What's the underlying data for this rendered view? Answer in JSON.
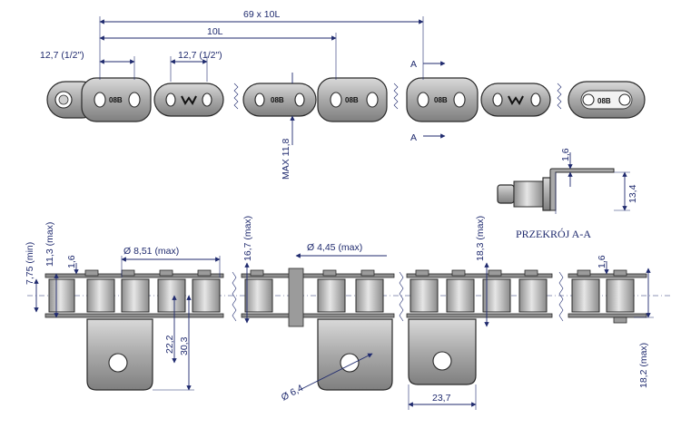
{
  "dimensions": {
    "pitch_total": "69 x 10L",
    "pitch_10l": "10L",
    "pitch_left": "12,7  (1/2\")",
    "pitch_right": "12,7  (1/2\")",
    "section_mark": "A",
    "max_plate_height": "MAX 11,8",
    "plate_thickness_top": "1,6",
    "plate_width_section": "13,4",
    "section_title": "PRZEKRÓJ A-A",
    "min_775": "7,75 (min)",
    "max_113": "11,3 (max)",
    "t16_left": "1,6",
    "roller_dia": "Ø 8,51  (max)",
    "max_167": "16,7 (max)",
    "pin_dia": "Ø 4,45  (max)",
    "max_183": "18,3 (max)",
    "t16_right": "1,6",
    "dim_222": "22,2",
    "dim_303": "30,3",
    "hole_dia": "Ø 6,4",
    "width_237": "23,7",
    "max_182": "18,2 (max)"
  },
  "plate_labels": {
    "chain_code": "08B"
  }
}
